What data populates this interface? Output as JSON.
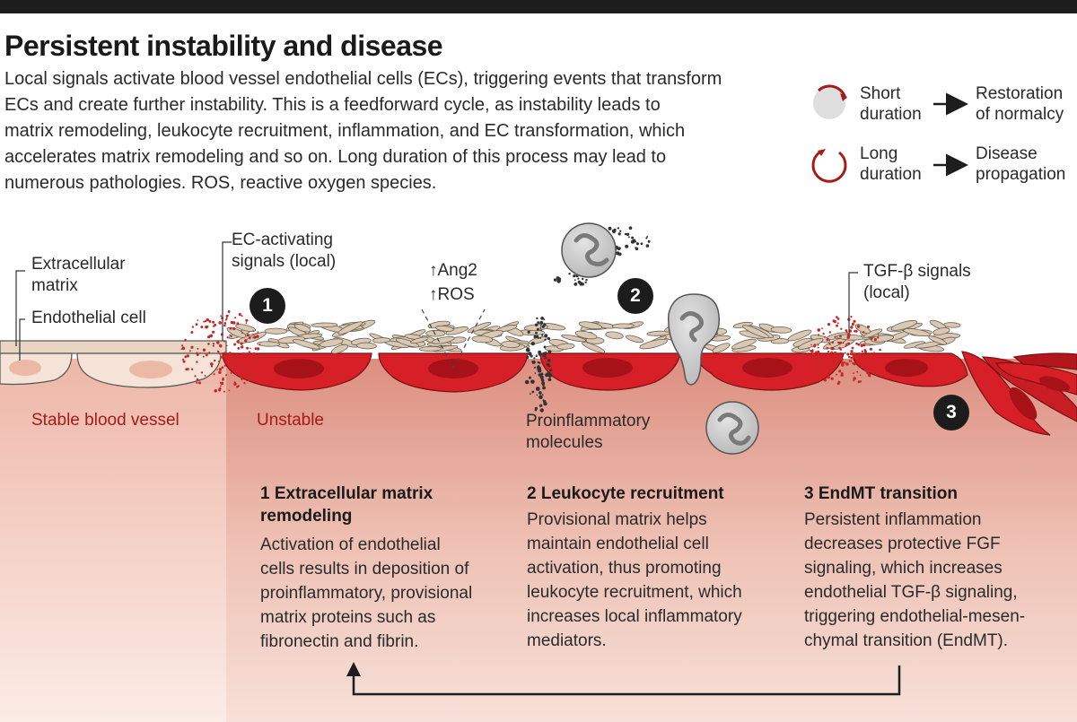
{
  "header": {
    "title": "Persistent instability and disease",
    "intro_lines": [
      "Local signals activate blood vessel endothelial cells (ECs), triggering events that transform",
      "ECs and create further instability. This is a feedforward cycle, as instability leads to",
      "matrix remodeling, leukocyte recruitment, inflammation, and EC transformation, which",
      "accelerates matrix remodeling and so on. Long duration of this process may lead to",
      "numerous pathologies. ROS, reactive oxygen species."
    ]
  },
  "legend": {
    "short_line1": "Short",
    "short_line2": "duration",
    "short_result_line1": "Restoration",
    "short_result_line2": "of normalcy",
    "long_line1": "Long",
    "long_line2": "duration",
    "long_result_line1": "Disease",
    "long_result_line2": "propagation"
  },
  "labels": {
    "extracellular_matrix_line1": "Extracellular",
    "extracellular_matrix_line2": "matrix",
    "endothelial_cell": "Endothelial cell",
    "ec_signals_line1": "EC-activating",
    "ec_signals_line2": "signals (local)",
    "ang2": "Ang2",
    "ros": "ROS",
    "tgf_line1": "TGF-β signals",
    "tgf_line2": "(local)",
    "stable_vessel": "Stable blood vessel",
    "unstable": "Unstable",
    "proinflam_line1": "Proinflammatory",
    "proinflam_line2": "molecules"
  },
  "badges": [
    "1",
    "2",
    "3"
  ],
  "steps": [
    {
      "title_line1": "1  Extracellular matrix",
      "title_line2": "remodeling",
      "body": [
        "Activation of endothelial",
        "cells results in deposition of",
        "proinflammatory, provisional",
        "matrix proteins such as",
        "fibronectin and fibrin."
      ]
    },
    {
      "title_line1": "2  Leukocyte recruitment",
      "body": [
        "Provisional matrix helps",
        "maintain endothelial cell",
        "activation, thus promoting",
        "leukocyte recruitment, which",
        "increases local inflammatory",
        "mediators."
      ]
    },
    {
      "title_line1": "3  EndMT transition",
      "body": [
        "Persistent inflammation",
        "decreases protective FGF",
        "signaling, which increases",
        "endothelial TGF-β signaling,",
        "triggering endothelial-mesen-",
        "chymal transition (EndMT)."
      ]
    }
  ],
  "colors": {
    "ink": "#1d1d1d",
    "accent_red": "#a51b1b",
    "endothelial_red": "#d61f26",
    "stable_tan": "#e8d6c3",
    "lumen_pink": "#e9a99a",
    "leukocyte_gray": "#cfcfcf"
  }
}
